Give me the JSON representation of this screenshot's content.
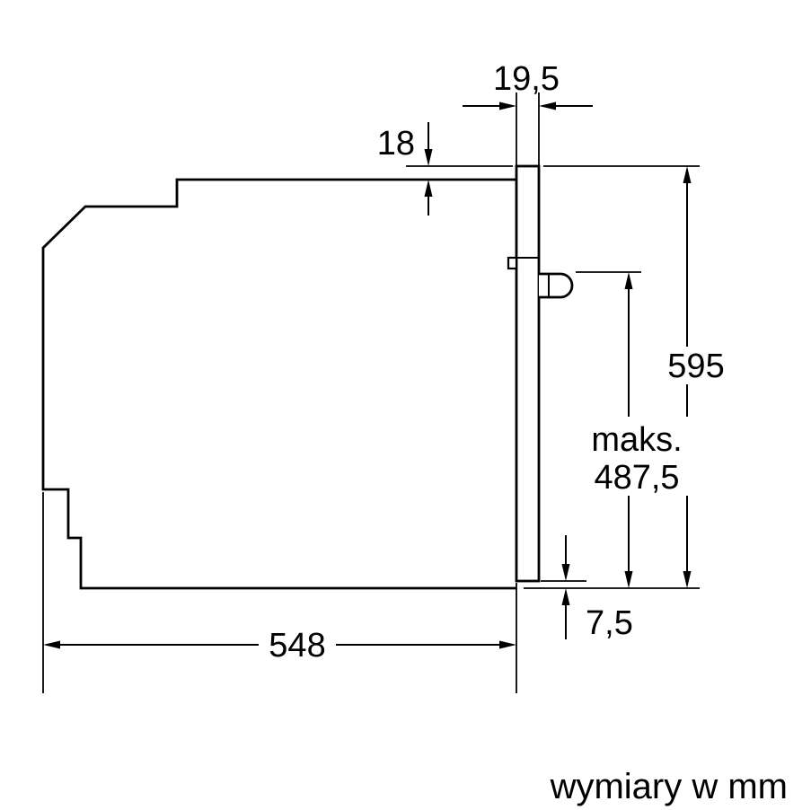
{
  "title": "Oven installation dimension drawing",
  "colors": {
    "line": "#000000",
    "background": "#ffffff",
    "text": "#000000"
  },
  "labels": {
    "dim_door_thickness": "19,5",
    "dim_door_top_offset": "18",
    "dim_total_height": "595",
    "dim_max_line1": "maks.",
    "dim_max_line2": "487,5",
    "dim_bottom_clearance": "7,5",
    "dim_depth": "548",
    "units_note": "wymiary w mm"
  }
}
